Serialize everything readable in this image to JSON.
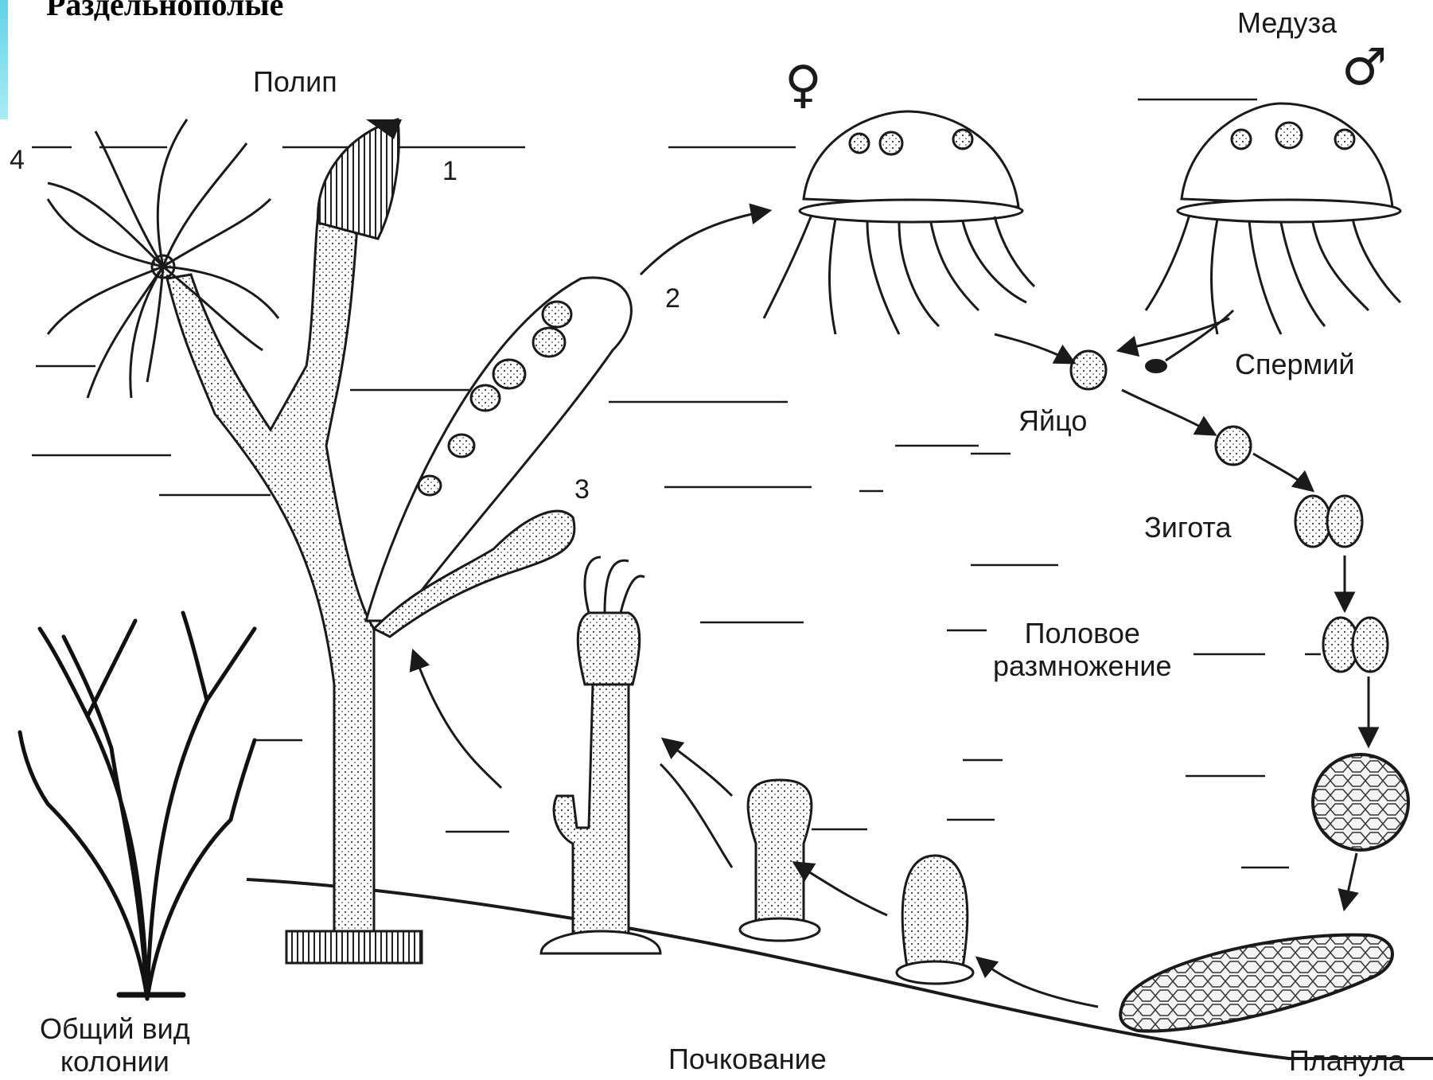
{
  "title": "Раздельнополые",
  "labels": {
    "polyp": "Полип",
    "medusa": "Медуза",
    "sperm": "Спермий",
    "egg": "Яйцо",
    "zygote": "Зигота",
    "sexual_line1": "Половое",
    "sexual_line2": "размножение",
    "colony_line1": "Общий вид",
    "colony_line2": "колонии",
    "budding": "Почкование",
    "planula": "Планула"
  },
  "numbers": {
    "n1": "1",
    "n2": "2",
    "n3": "3",
    "n4": "4"
  },
  "symbols": {
    "female": "♀",
    "male": "♂"
  },
  "colors": {
    "ink": "#1a1a1a",
    "accent": "#5fd3e6"
  }
}
